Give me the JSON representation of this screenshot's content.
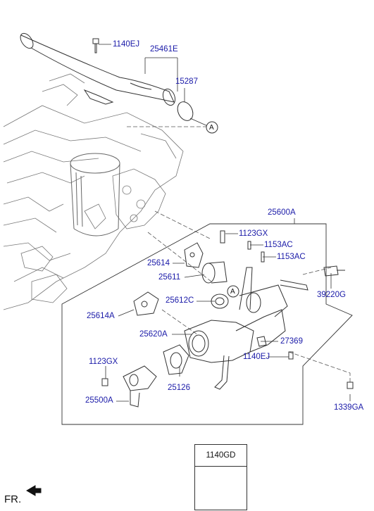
{
  "parts": {
    "p1140EJ_top": "1140EJ",
    "p25461E": "25461E",
    "p15287": "15287",
    "p25600A": "25600A",
    "p1123GX_top": "1123GX",
    "p1153AC_1": "1153AC",
    "p1153AC_2": "1153AC",
    "p25614": "25614",
    "p25611": "25611",
    "p39220G": "39220G",
    "p25612C": "25612C",
    "p25614A": "25614A",
    "p25620A": "25620A",
    "p27369": "27369",
    "p1123GX_bottom": "1123GX",
    "p1140EJ_bottom": "1140EJ",
    "p25126": "25126",
    "p25500A": "25500A",
    "p1339GA": "1339GA"
  },
  "callouts": {
    "a_top": "A",
    "a_mid": "A"
  },
  "legend": {
    "code": "1140GD"
  },
  "direction": {
    "label": "FR."
  }
}
